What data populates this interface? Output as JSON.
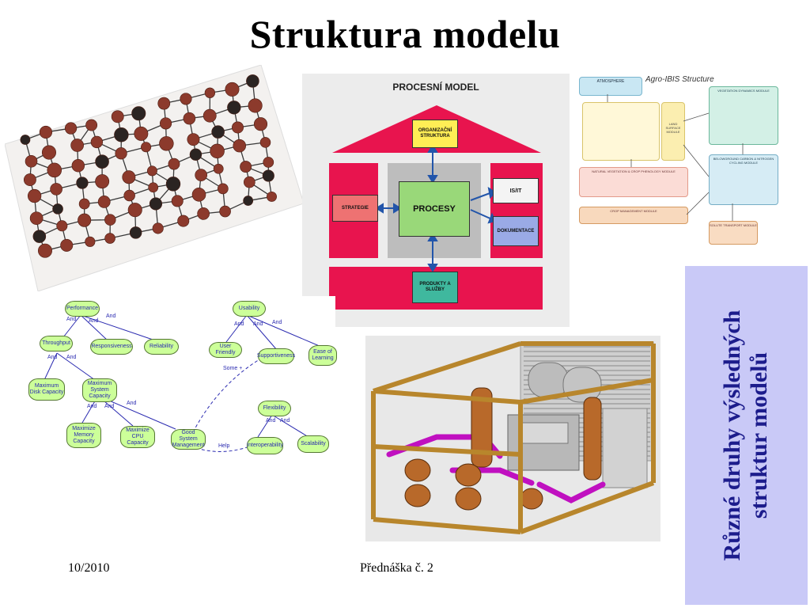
{
  "slide": {
    "title": "Struktura modelu",
    "side_caption": "Různé druhy výsledných struktur modelů",
    "footer_date": "10/2010",
    "footer_lecture": "Přednáška č. 2"
  },
  "colors": {
    "side_panel": "#c9c9f7",
    "side_text": "#1c1c8c",
    "process_accent": "#e8144e",
    "goal_node": "#ccff99",
    "goal_text": "#2a2ab0"
  },
  "process_model": {
    "title": "PROCESNÍ MODEL",
    "boxes": {
      "organization": "ORGANIZAČNÍ STRUKTURA",
      "strategy": "STRATEGIE",
      "processes": "PROCESY",
      "is_it": "IS/IT",
      "documentation": "DOKUMENTACE",
      "products": "PRODUKTY A SLUŽBY"
    }
  },
  "agro_ibis": {
    "title": "Agro-IBIS Structure",
    "modules": {
      "atmosphere": "ATMOSPHERE",
      "land_surface": "LAND SURFACE MODULE",
      "vegetation": "VEGETATION DYNAMICS MODULE",
      "belowground": "BELOWGROUND CARBON & NITROGEN CYCLING MODULE",
      "phenology": "NATURAL VEGETATION & CROP PHENOLOGY MODULE",
      "crop_mgmt": "CROP MANAGEMENT MODULE",
      "solute": "SOLUTE TRANSPORT MODULE"
    }
  },
  "goal_diagram": {
    "nodes": {
      "performance": "Performance",
      "throughput": "Throughput",
      "responsiveness": "Responsiveness",
      "reliability": "Reliability",
      "max_disk": "Maximum Disk Capacity",
      "max_system": "Maximum System Capacity",
      "max_memory": "Maximize Memory Capacity",
      "max_cpu": "Maximize CPU Capacity",
      "good_system_mgmt": "Good System Management",
      "usability": "Usability",
      "user_friendly": "User Friendly",
      "supportiveness": "Supportiveness",
      "ease_learning": "Ease of Learning",
      "flexibility": "Flexibility",
      "interoperability": "Interoperability",
      "scalability": "Scalability"
    },
    "link_labels": {
      "and": "And",
      "some_plus": "Some +",
      "help": "Help"
    }
  }
}
